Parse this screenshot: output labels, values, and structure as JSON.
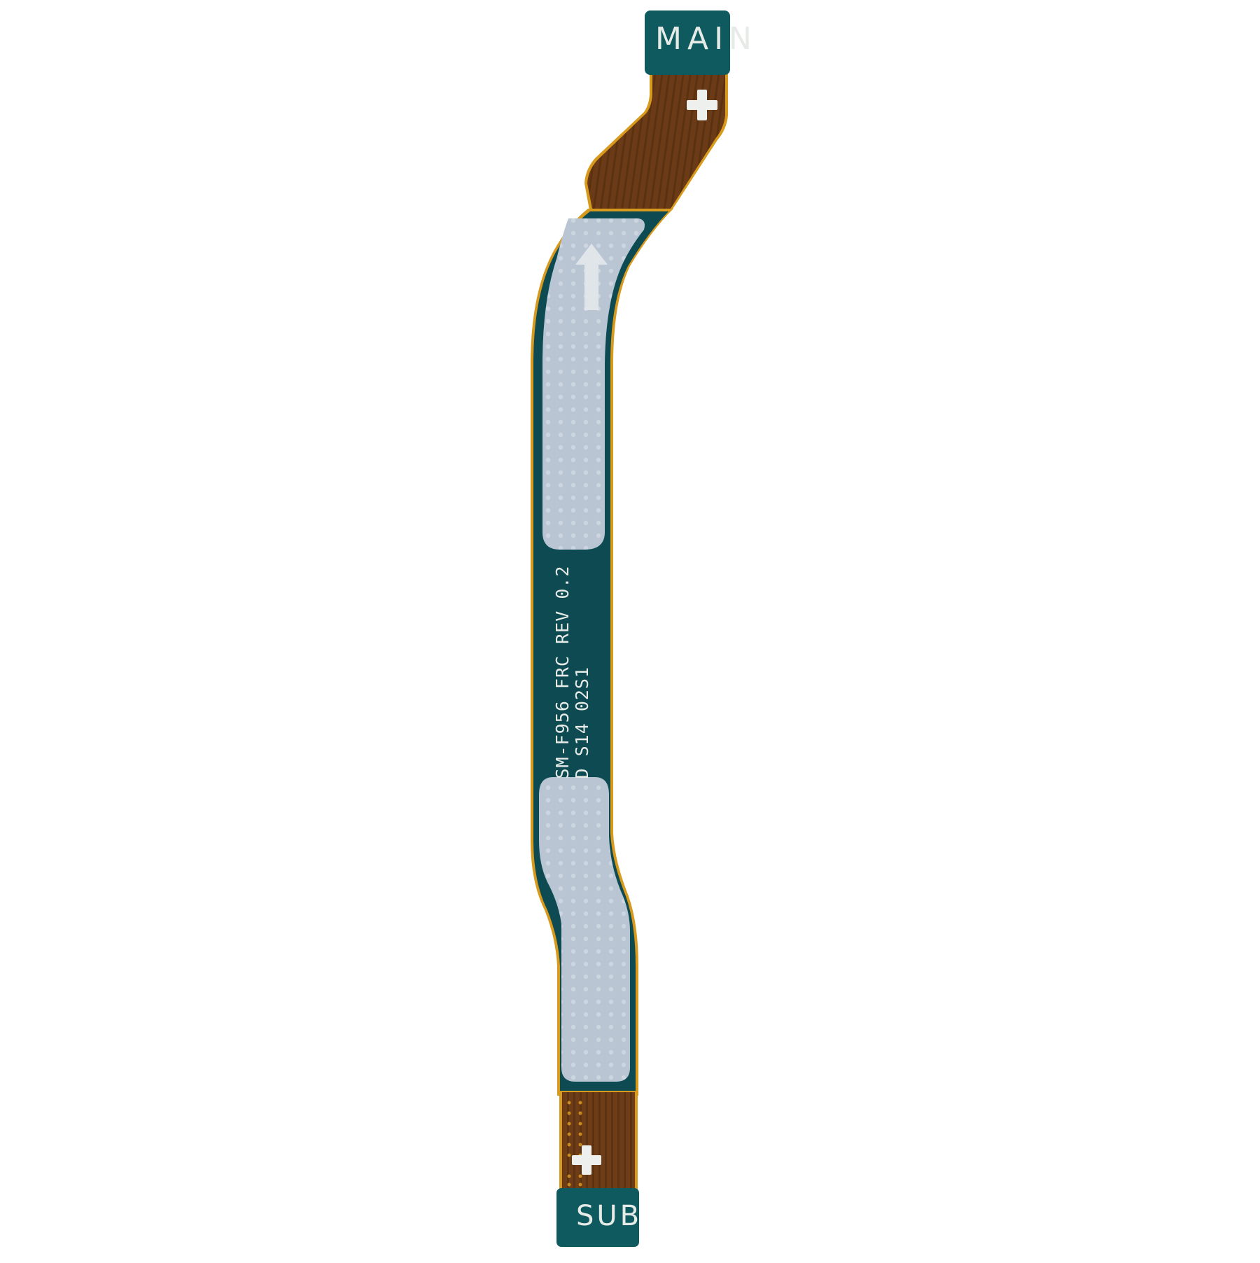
{
  "image": {
    "subject": "flex cable",
    "background_color": "#ffffff"
  },
  "connectors": {
    "top": {
      "label": "MAIN",
      "color": "#0f5a5e"
    },
    "bottom": {
      "label": "SUB",
      "color": "#0f5a5e"
    }
  },
  "pcb_marking": {
    "line1": "SM-F956 FRC REV 0.2",
    "line2": "D S14 02S1"
  },
  "markers": {
    "top_plus": "+",
    "bottom_plus": "+"
  },
  "colors": {
    "board_green": "#0d4a52",
    "flex_brown": "#6b3a16",
    "flex_edge_gold": "#d89a1c",
    "sticker_silver": "#b8c4d2",
    "silkscreen_white": "#e6ebe8"
  }
}
